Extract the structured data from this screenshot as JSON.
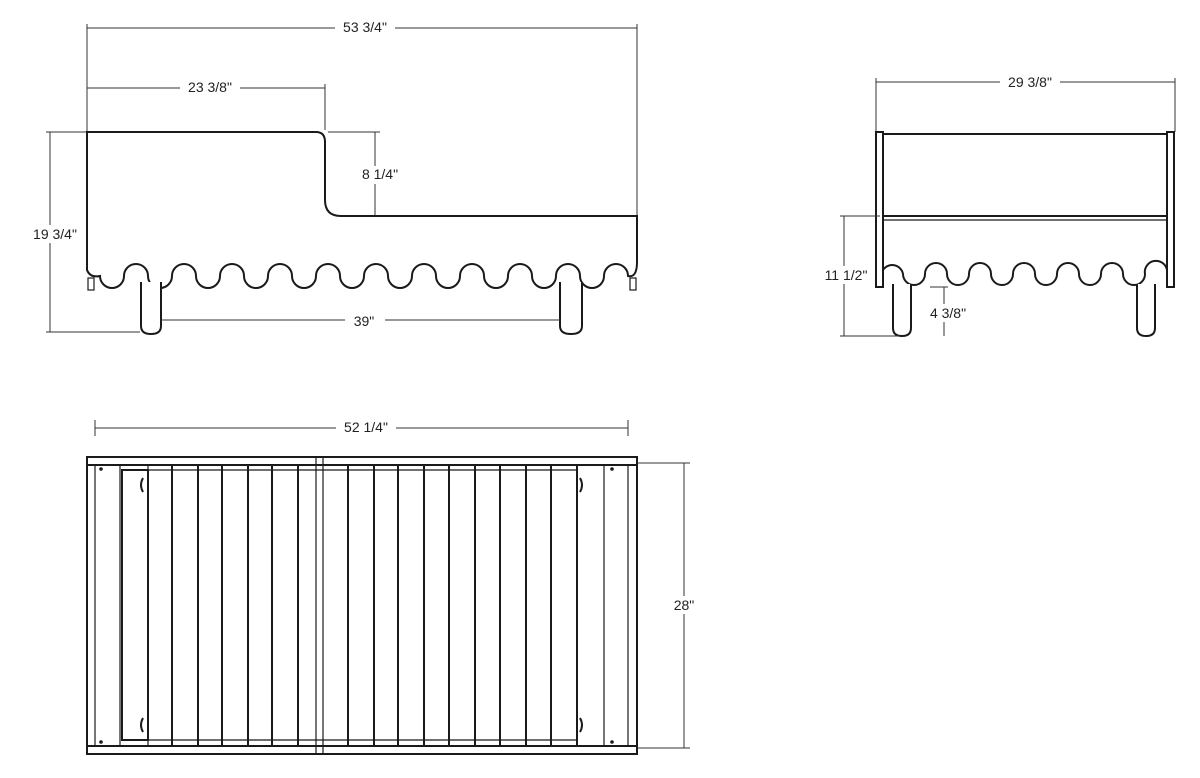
{
  "dimensions": {
    "side_overall_length": "53 3/4\"",
    "side_high_section_length": "23 3/8\"",
    "side_step_height": "8 1/4\"",
    "side_overall_height": "19 3/4\"",
    "side_leg_spacing": "39\"",
    "end_overall_width": "29 3/8\"",
    "end_lower_height": "11 1/2\"",
    "end_leg_height": "4 3/8\"",
    "top_overall_length": "52 1/4\"",
    "top_overall_width": "28\""
  }
}
